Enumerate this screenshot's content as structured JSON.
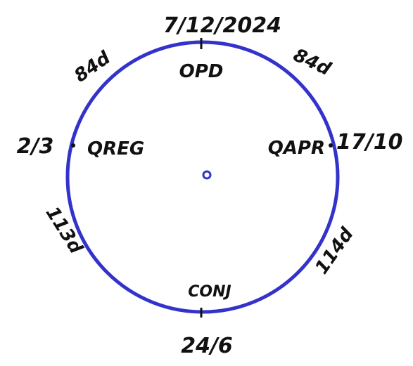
{
  "colors": {
    "circle": "#3333cc",
    "ink": "#111111",
    "background": "#ffffff"
  },
  "diagram": {
    "dates": {
      "top": "7/12/2024",
      "right": "17/10",
      "bottom": "24/6",
      "left": "2/3"
    },
    "milestones": {
      "top": "OPD",
      "right": "QAPR",
      "bottom": "CONJ",
      "left": "QREG"
    },
    "durations": {
      "top_left": "84d",
      "top_right": "84d",
      "bottom_right": "114d",
      "bottom_left": "113d"
    }
  }
}
